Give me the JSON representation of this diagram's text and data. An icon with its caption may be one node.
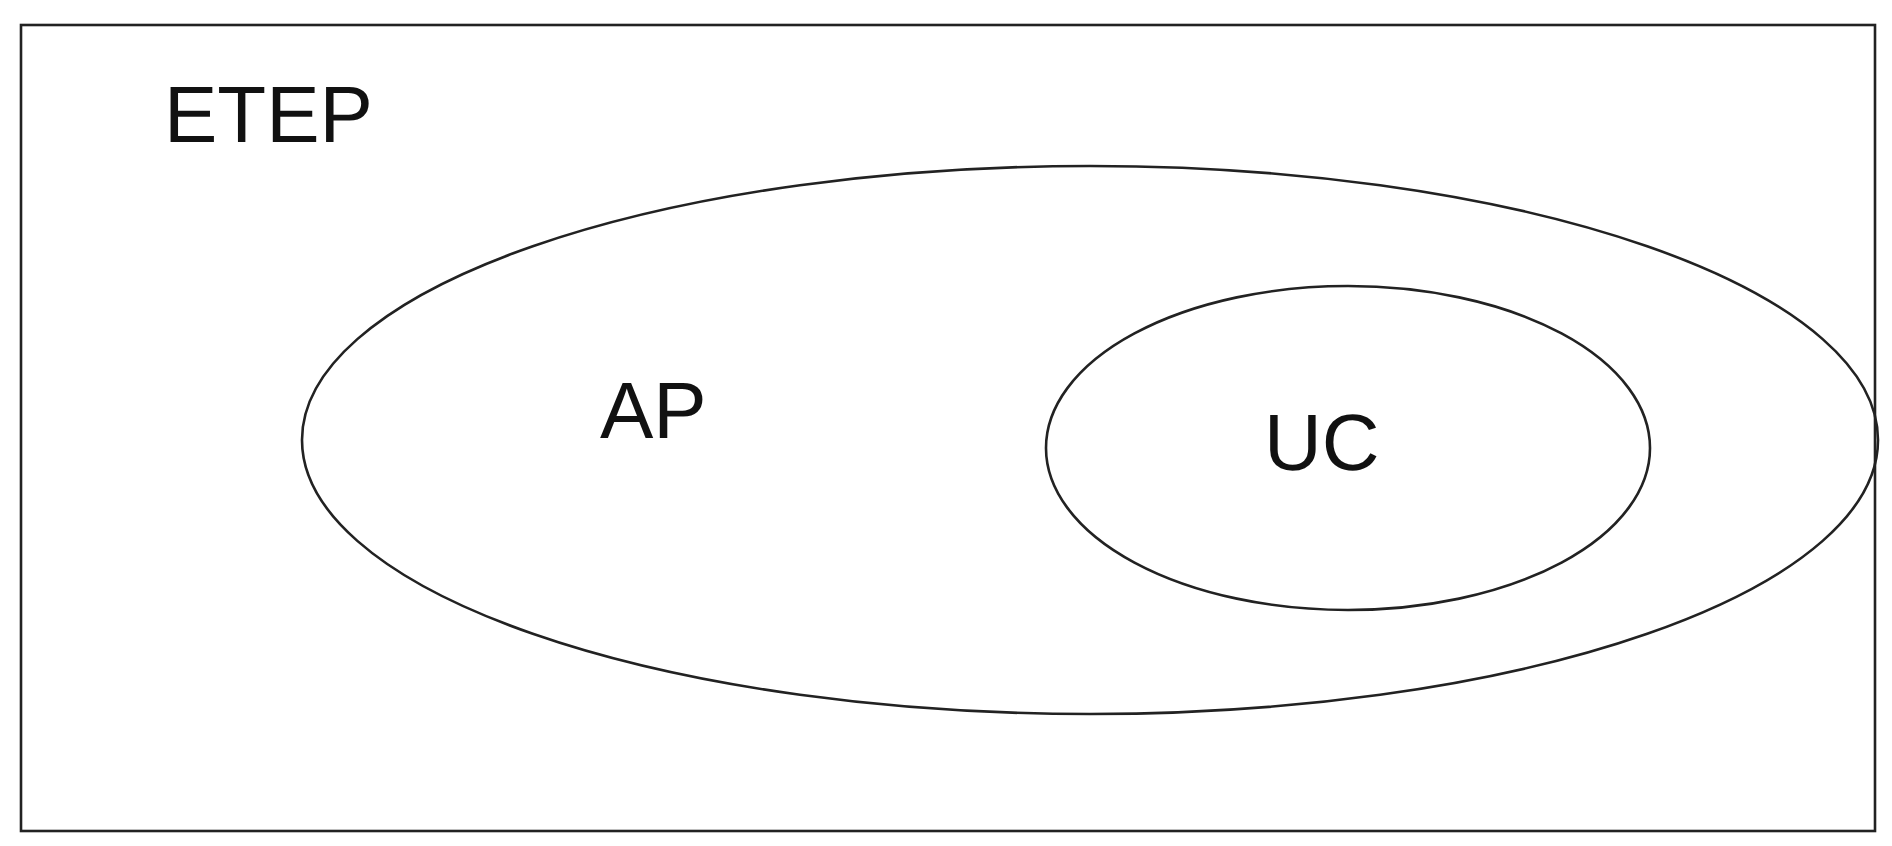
{
  "diagram": {
    "nodes": [
      {
        "text": [
          "ETEP"
        ]
      },
      {
        "text": [
          "AP"
        ],
        "in": 0
      },
      {
        "text": [
          "UC"
        ],
        "in": 1
      }
    ]
  }
}
